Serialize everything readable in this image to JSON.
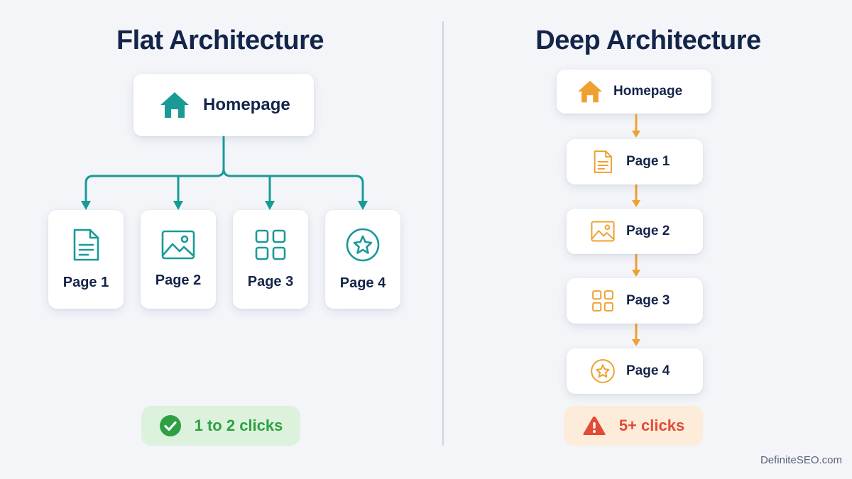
{
  "flat": {
    "title": "Flat Architecture",
    "home_label": "Homepage",
    "pages": [
      {
        "label": "Page 1",
        "icon": "document-icon"
      },
      {
        "label": "Page 2",
        "icon": "image-icon"
      },
      {
        "label": "Page 3",
        "icon": "grid-icon"
      },
      {
        "label": "Page 4",
        "icon": "star-icon"
      }
    ],
    "badge": "1 to 2 clicks",
    "color": "#1a9a96"
  },
  "deep": {
    "title": "Deep Architecture",
    "home_label": "Homepage",
    "pages": [
      {
        "label": "Page 1",
        "icon": "document-icon"
      },
      {
        "label": "Page 2",
        "icon": "image-icon"
      },
      {
        "label": "Page 3",
        "icon": "grid-icon"
      },
      {
        "label": "Page 4",
        "icon": "star-icon"
      }
    ],
    "badge": "5+ clicks",
    "color": "#f0a030"
  },
  "colors": {
    "ok": "#2ea043",
    "warn": "#e24b36",
    "title": "#14254a"
  },
  "watermark": "DefiniteSEO.com"
}
